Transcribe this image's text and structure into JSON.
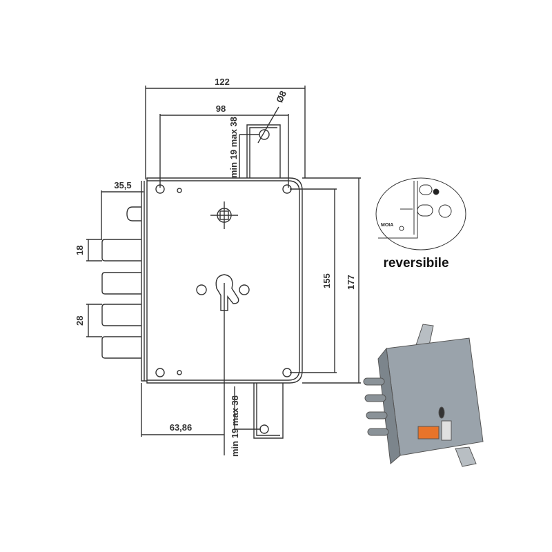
{
  "dimensions": {
    "overall_width": "122",
    "hole_spacing_width": "98",
    "strike_hole": "Ø8",
    "strike_top": "min 19 max 38",
    "strike_bottom": "min 19 max 38",
    "backset": "35,5",
    "bolt_height": "18",
    "bolt_spacing": "28",
    "key_offset": "63,86",
    "hole_spacing_height": "155",
    "overall_height": "177"
  },
  "inset": {
    "label": "reversibile",
    "text": "MOIA"
  },
  "colors": {
    "line": "#333333",
    "photo_body": "#9aa3ab"
  }
}
